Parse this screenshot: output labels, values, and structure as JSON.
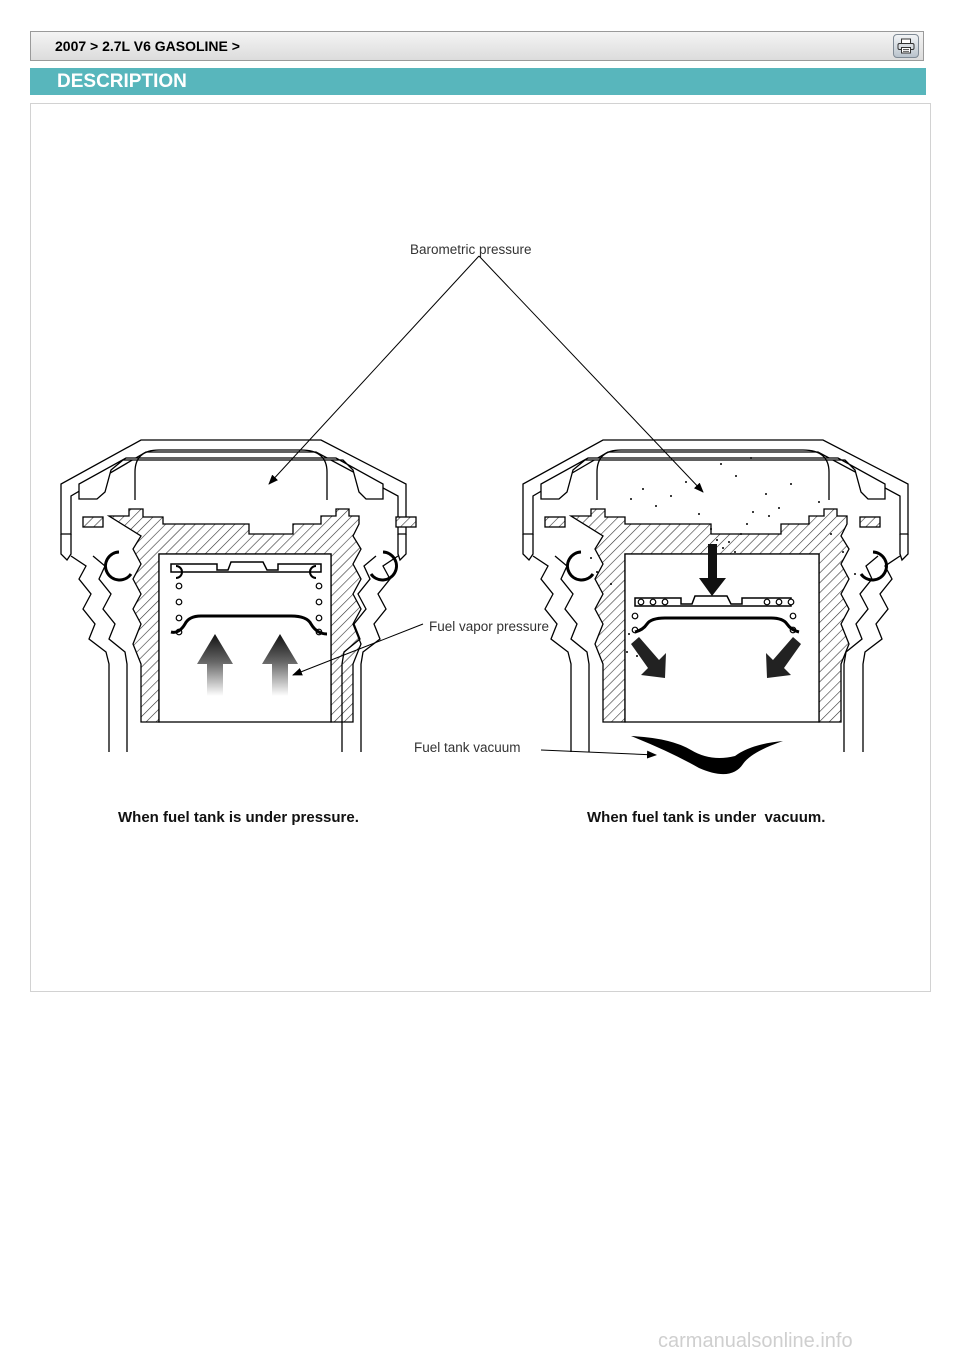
{
  "breadcrumb": {
    "text": "2007 > 2.7L V6 GASOLINE >"
  },
  "toolbar": {
    "print_icon": "printer-icon"
  },
  "section": {
    "title": "DESCRIPTION"
  },
  "figure": {
    "label_barometric": "Barometric pressure",
    "label_vapor": "Fuel vapor pressure",
    "label_vacuum": "Fuel tank vacuum",
    "caption_left": "When fuel tank is under pressure.",
    "caption_right": "When fuel tank is under  vacuum."
  },
  "watermark": {
    "text": "carmanualsonline.info"
  }
}
